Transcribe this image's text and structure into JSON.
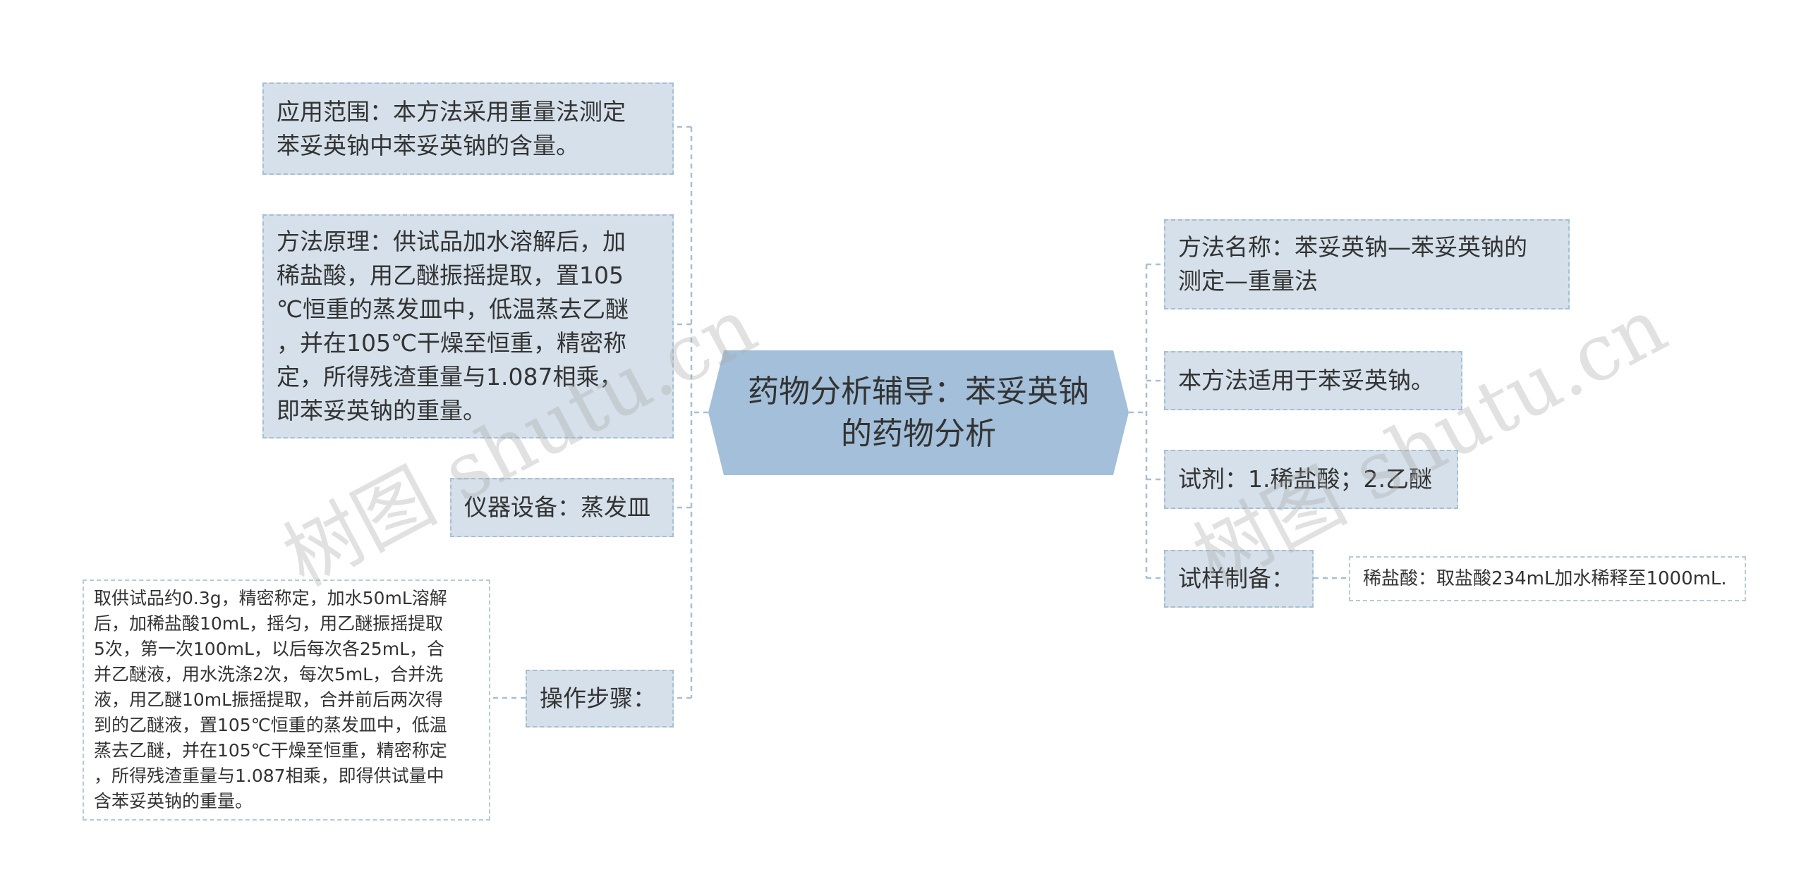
{
  "root": {
    "label": "药物分析辅导：苯妥英钠\n的药物分析"
  },
  "left": {
    "scope": "应用范围：本方法采用重量法测定\n苯妥英钠中苯妥英钠的含量。",
    "principle": "方法原理：供试品加水溶解后，加\n稀盐酸，用乙醚振摇提取，置105\n℃恒重的蒸发皿中，低温蒸去乙醚\n，并在105℃干燥至恒重，精密称\n定，所得残渣重量与1.087相乘，\n即苯妥英钠的重量。",
    "equipment": "仪器设备：蒸发皿",
    "procedure": "操作步骤：",
    "procedure_detail": "取供试品约0.3g，精密称定，加水50mL溶解\n后，加稀盐酸10mL，摇匀，用乙醚振摇提取\n5次，第一次100mL，以后每次各25mL，合\n并乙醚液，用水洗涤2次，每次5mL，合并洗\n液，用乙醚10mL振摇提取，合并前后两次得\n到的乙醚液，置105℃恒重的蒸发皿中，低温\n蒸去乙醚，并在105℃干燥至恒重，精密称定\n，所得残渣重量与1.087相乘，即得供试量中\n含苯妥英钠的重量。"
  },
  "right": {
    "method_name": "方法名称：苯妥英钠—苯妥英钠的\n测定—重量法",
    "applicability": "本方法适用于苯妥英钠。",
    "reagents": "试剂：1.稀盐酸；2.乙醚",
    "sample_prep": "试样制备：",
    "sample_prep_detail": "稀盐酸：取盐酸234mL加水稀释至1000mL."
  },
  "watermarks": [
    "树图 shutu.cn",
    "树图 shutu.cn"
  ],
  "colors": {
    "node_fill": "#d5e0ea",
    "node_border": "#a6bfd4",
    "root_fill": "#a3bfd9",
    "connector": "#a6bfd4"
  }
}
